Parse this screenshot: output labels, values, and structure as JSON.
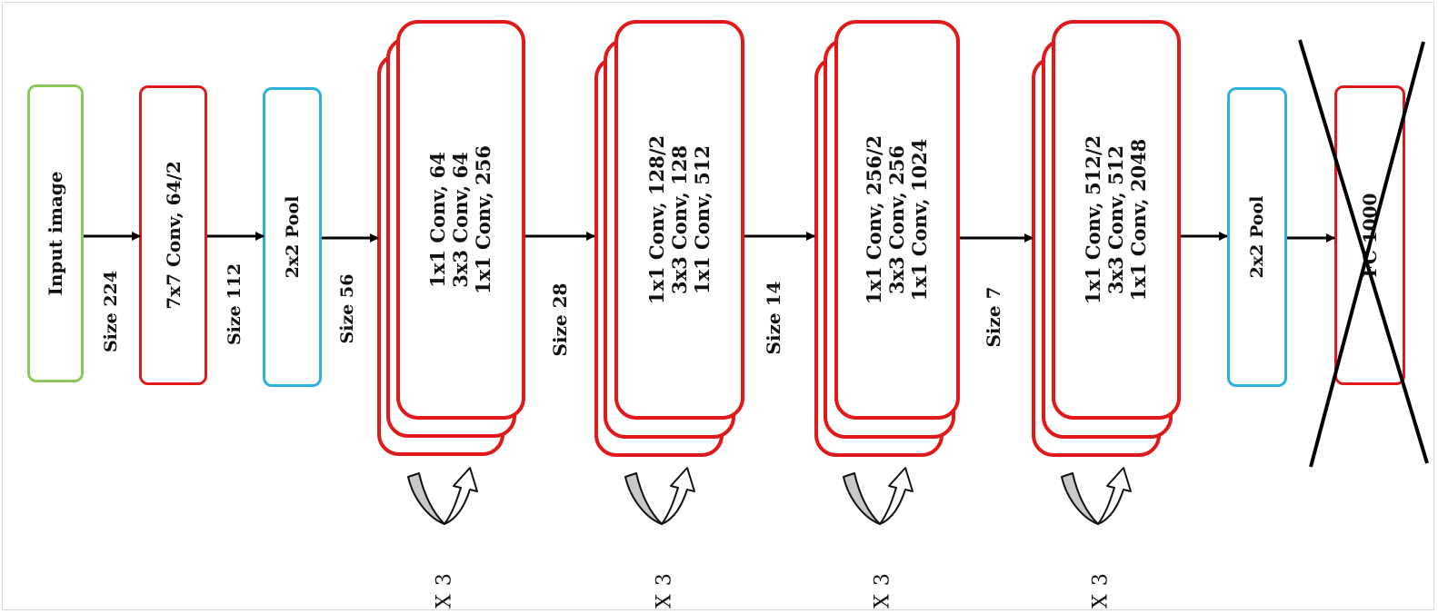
{
  "blocks": {
    "input": "Input image",
    "conv7": "7x7 Conv, 64/2",
    "pool1": "2x2 Pool",
    "stage1": [
      "1x1 Conv, 64",
      "3x3 Conv, 64",
      "1x1 Conv, 256"
    ],
    "stage2": [
      "1x1 Conv, 128/2",
      "3x3 Conv, 128",
      "1x1 Conv, 512"
    ],
    "stage3": [
      "1x1 Conv, 256/2",
      "3x3 Conv, 256",
      "1x1 Conv, 1024"
    ],
    "stage4": [
      "1x1 Conv, 512/2",
      "3x3 Conv, 512",
      "1x1 Conv, 2048"
    ],
    "pool2": "2x2 Pool",
    "fc": "FC 1000"
  },
  "sizes": [
    "Size 224",
    "Size 112",
    "Size 56",
    "Size 28",
    "Size 14",
    "Size 7"
  ],
  "repeat": [
    "X 3",
    "X 3",
    "X 3",
    "X 3"
  ],
  "colors": {
    "input": "#8cc85a",
    "conv": "#e01a1a",
    "pool": "#2bb0e0"
  },
  "icons": [
    "arrow-icon",
    "repeat-loop-icon",
    "cross-out-icon"
  ]
}
